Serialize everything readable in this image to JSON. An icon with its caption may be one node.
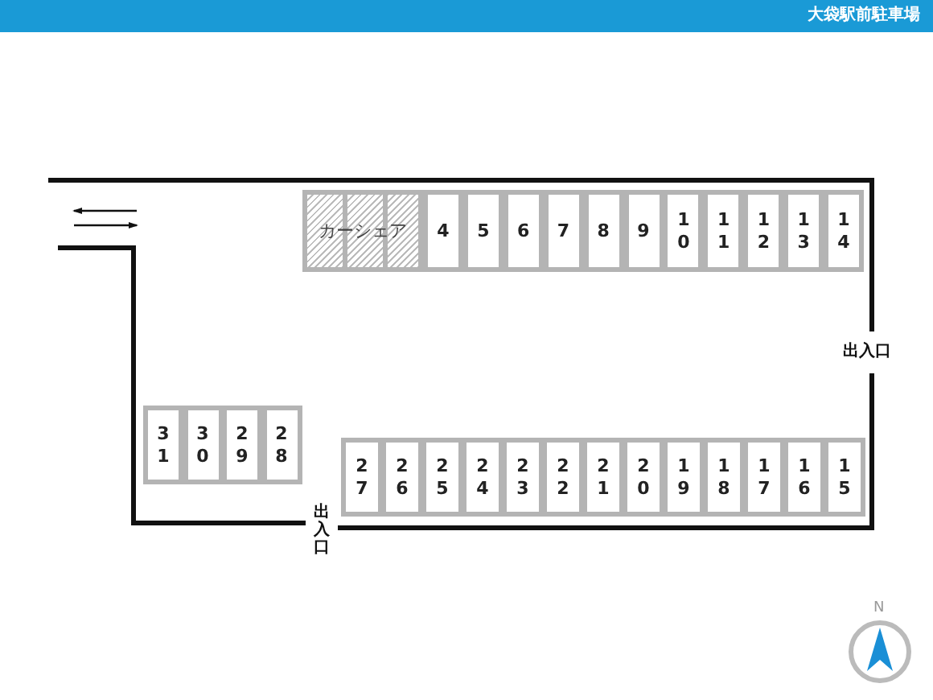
{
  "diagram": {
    "title": "大袋駅前駐車場",
    "nodes": [
      {
        "text": [
          "カーシェア"
        ]
      },
      {
        "text": [
          "4"
        ]
      },
      {
        "text": [
          "5"
        ]
      },
      {
        "text": [
          "6"
        ]
      },
      {
        "text": [
          "7"
        ]
      },
      {
        "text": [
          "8"
        ]
      },
      {
        "text": [
          "9"
        ]
      },
      {
        "text": [
          "10"
        ]
      },
      {
        "text": [
          "11"
        ]
      },
      {
        "text": [
          "12"
        ]
      },
      {
        "text": [
          "13"
        ]
      },
      {
        "text": [
          "14"
        ]
      },
      {
        "text": [
          "31"
        ]
      },
      {
        "text": [
          "30"
        ]
      },
      {
        "text": [
          "29"
        ]
      },
      {
        "text": [
          "28"
        ]
      },
      {
        "text": [
          "27"
        ]
      },
      {
        "text": [
          "26"
        ]
      },
      {
        "text": [
          "25"
        ]
      },
      {
        "text": [
          "24"
        ]
      },
      {
        "text": [
          "23"
        ]
      },
      {
        "text": [
          "22"
        ]
      },
      {
        "text": [
          "21"
        ]
      },
      {
        "text": [
          "20"
        ]
      },
      {
        "text": [
          "19"
        ]
      },
      {
        "text": [
          "18"
        ]
      },
      {
        "text": [
          "17"
        ]
      },
      {
        "text": [
          "16"
        ]
      },
      {
        "text": [
          "15"
        ]
      }
    ],
    "edges": [],
    "labels": [
      "出入口",
      "出入口",
      "N"
    ]
  }
}
